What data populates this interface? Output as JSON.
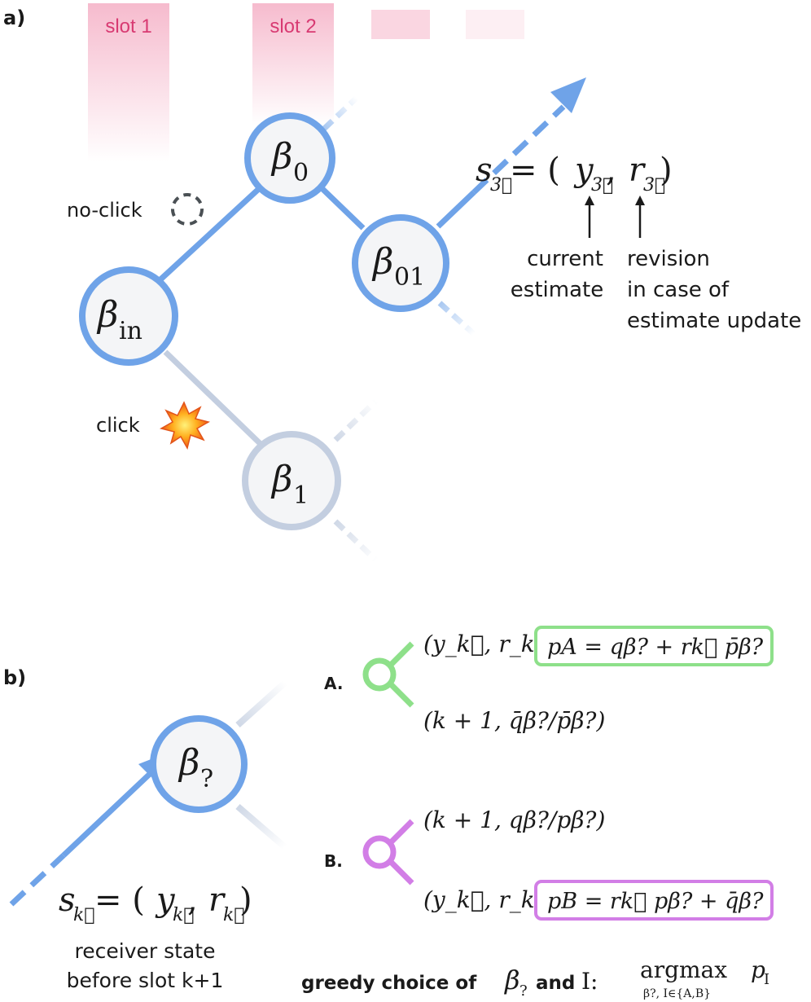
{
  "panel_a": {
    "label": "a)",
    "slots": [
      "slot 1",
      "slot 2"
    ],
    "nodes": {
      "in": {
        "base": "β",
        "sub": "in"
      },
      "n0": {
        "base": "β",
        "sub": "0"
      },
      "n01": {
        "base": "β",
        "sub": "01"
      },
      "n1": {
        "base": "β",
        "sub": "1"
      }
    },
    "no_click": "no-click",
    "click": "click",
    "state": {
      "s": "s",
      "s_sub": "3⃗",
      "eq": "= (",
      "y": "y",
      "y_sub": "3⃗",
      "comma": ", ",
      "r": "r",
      "r_sub": "3⃗",
      "close": ")"
    },
    "current_estimate": [
      "current",
      "estimate"
    ],
    "revision": [
      "revision",
      "in case of",
      "estimate update"
    ]
  },
  "panel_b": {
    "label": "b)",
    "node": {
      "base": "β",
      "sub": "?"
    },
    "state": {
      "s": "s",
      "s_sub": "k⃗",
      "eq": "= (",
      "y": "y",
      "y_sub": "k⃗",
      "comma": ", ",
      "r": "r",
      "r_sub": "k⃗",
      "close": ")"
    },
    "receiver": [
      "receiver state",
      "before slot k+1"
    ],
    "option_a": {
      "letter": "A.",
      "upper": "(y_k⃗, r_k⃗)",
      "lower": "(k + 1,  q̄β?/p̄β?)",
      "box": "pA = qβ? + rk⃗ p̄β?",
      "color": "#8ee08a"
    },
    "option_b": {
      "letter": "B.",
      "upper": "(k + 1,  qβ?/pβ?)",
      "lower": "(y_k⃗, r_k⃗)",
      "box": "pB = rk⃗ pβ? + q̄β?",
      "color": "#d27ee6"
    },
    "greedy": {
      "text1": "greedy choice of",
      "beta": "β",
      "beta_sub": "?",
      "and": "and",
      "I": "I:",
      "argmax": "argmax",
      "argmax_sub": "β?, I∈{A,B}",
      "p": "p",
      "p_sub": "I"
    }
  },
  "colors": {
    "blue": "#6fa3e8",
    "grey": "#c3cee0",
    "pink": "#f3a4bd",
    "slot_text": "#d83a72"
  }
}
